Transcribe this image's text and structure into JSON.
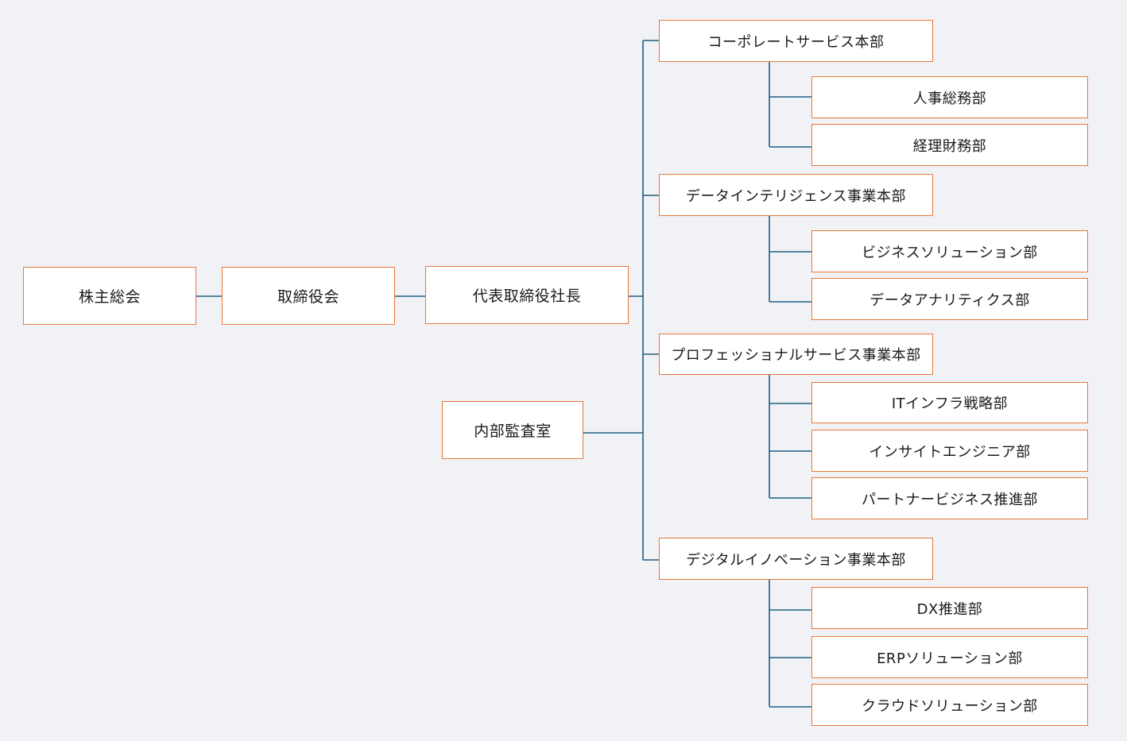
{
  "org": {
    "shareholders": "株主総会",
    "board": "取締役会",
    "president": "代表取締役社長",
    "audit": "内部監査室",
    "divisions": [
      {
        "name": "コーポレートサービス本部",
        "departments": [
          "人事総務部",
          "経理財務部"
        ]
      },
      {
        "name": "データインテリジェンス事業本部",
        "departments": [
          "ビジネスソリューション部",
          "データアナリティクス部"
        ]
      },
      {
        "name": "プロフェッショナルサービス事業本部",
        "departments": [
          "ITインフラ戦略部",
          "インサイトエンジニア部",
          "パートナービジネス推進部"
        ]
      },
      {
        "name": "デジタルイノベーション事業本部",
        "departments": [
          "DX推進部",
          "ERPソリューション部",
          "クラウドソリューション部"
        ]
      }
    ]
  },
  "colors": {
    "line": "#1f5f82",
    "box_border": "#e8773a",
    "background": "#f1f2f6"
  }
}
